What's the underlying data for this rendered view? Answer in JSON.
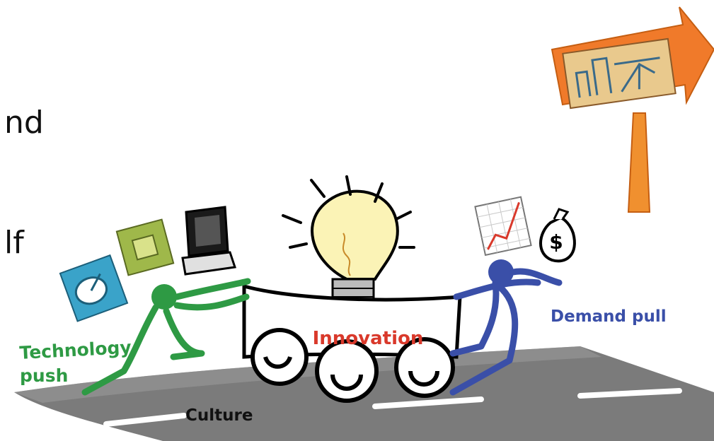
{
  "slide_fragments": {
    "line1": "nd",
    "line2": "lf"
  },
  "diagram": {
    "technology_push_line1": "Technology",
    "technology_push_line2": "push",
    "innovation": "Innovation",
    "demand_pull": "Demand pull",
    "culture": "Culture",
    "dollar_sign": "$"
  },
  "colors": {
    "technology_push": "#2e9a44",
    "demand_pull": "#3a4fa8",
    "innovation": "#d9392b",
    "signpost": "#f07a2a",
    "road": "#7a7a7a",
    "bulb": "#fbf3b6"
  }
}
